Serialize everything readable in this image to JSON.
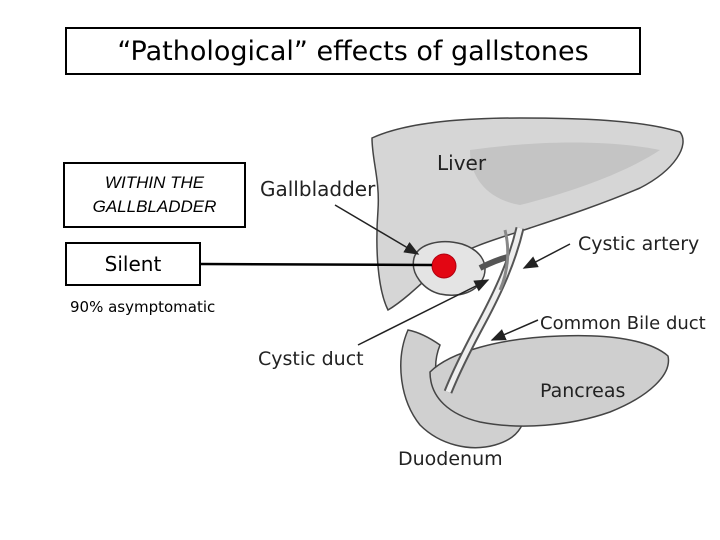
{
  "title": "“Pathological” effects of gallstones",
  "location_box": "WITHIN THE\nGALLBLADDER",
  "effect_box": "Silent",
  "effect_note": "90% asymptomatic",
  "labels": {
    "liver": "Liver",
    "gallbladder": "Gallbladder",
    "cystic_artery": "Cystic artery",
    "common_bile_duct": "Common Bile duct",
    "cystic_duct": "Cystic duct",
    "pancreas": "Pancreas",
    "duodenum": "Duodenum"
  },
  "colors": {
    "stone": "#e30613",
    "organ_fill": "#d9d9d9",
    "outline": "#333333"
  }
}
